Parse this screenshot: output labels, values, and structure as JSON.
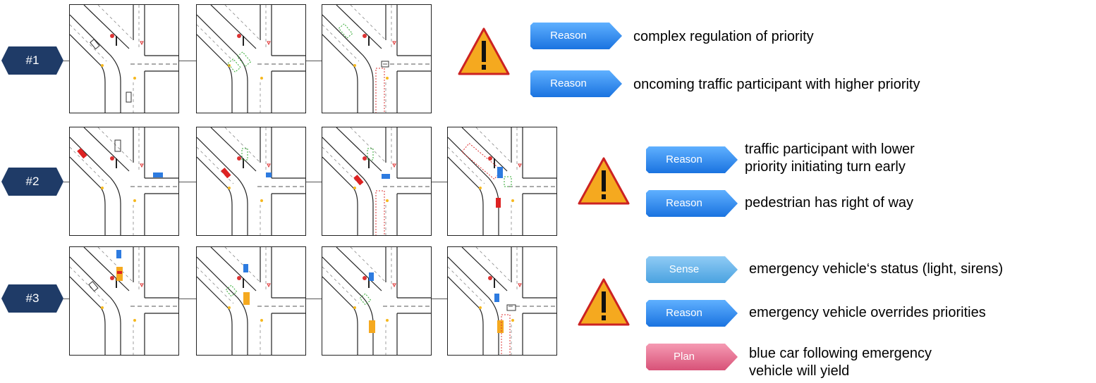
{
  "rows": [
    {
      "label": "#1"
    },
    {
      "label": "#2"
    },
    {
      "label": "#3"
    }
  ],
  "tag_colors": {
    "Reason": "#2e8ef0",
    "Sense": "#5aaee8",
    "Plan": "#e06080"
  },
  "row_tag_color": "#1f3b67",
  "warning_color": "#f5a91f",
  "annotations": {
    "row1": [
      {
        "tag": "Reason",
        "text": "complex regulation of priority"
      },
      {
        "tag": "Reason",
        "text": "oncoming traffic participant with higher priority"
      }
    ],
    "row2": [
      {
        "tag": "Reason",
        "text_line1": "traffic participant with lower",
        "text_line2": "priority initiating turn early"
      },
      {
        "tag": "Reason",
        "text": "pedestrian has right of way"
      }
    ],
    "row3": [
      {
        "tag": "Sense",
        "text": "emergency vehicle‘s status (light, sirens)"
      },
      {
        "tag": "Reason",
        "text": "emergency vehicle overrides priorities"
      },
      {
        "tag": "Plan",
        "text_line1": "blue car following emergency",
        "text_line2": "vehicle will yield"
      }
    ]
  },
  "icons": {
    "warning": "warning-triangle-icon",
    "row_tag": "hexagon-tag-icon"
  }
}
